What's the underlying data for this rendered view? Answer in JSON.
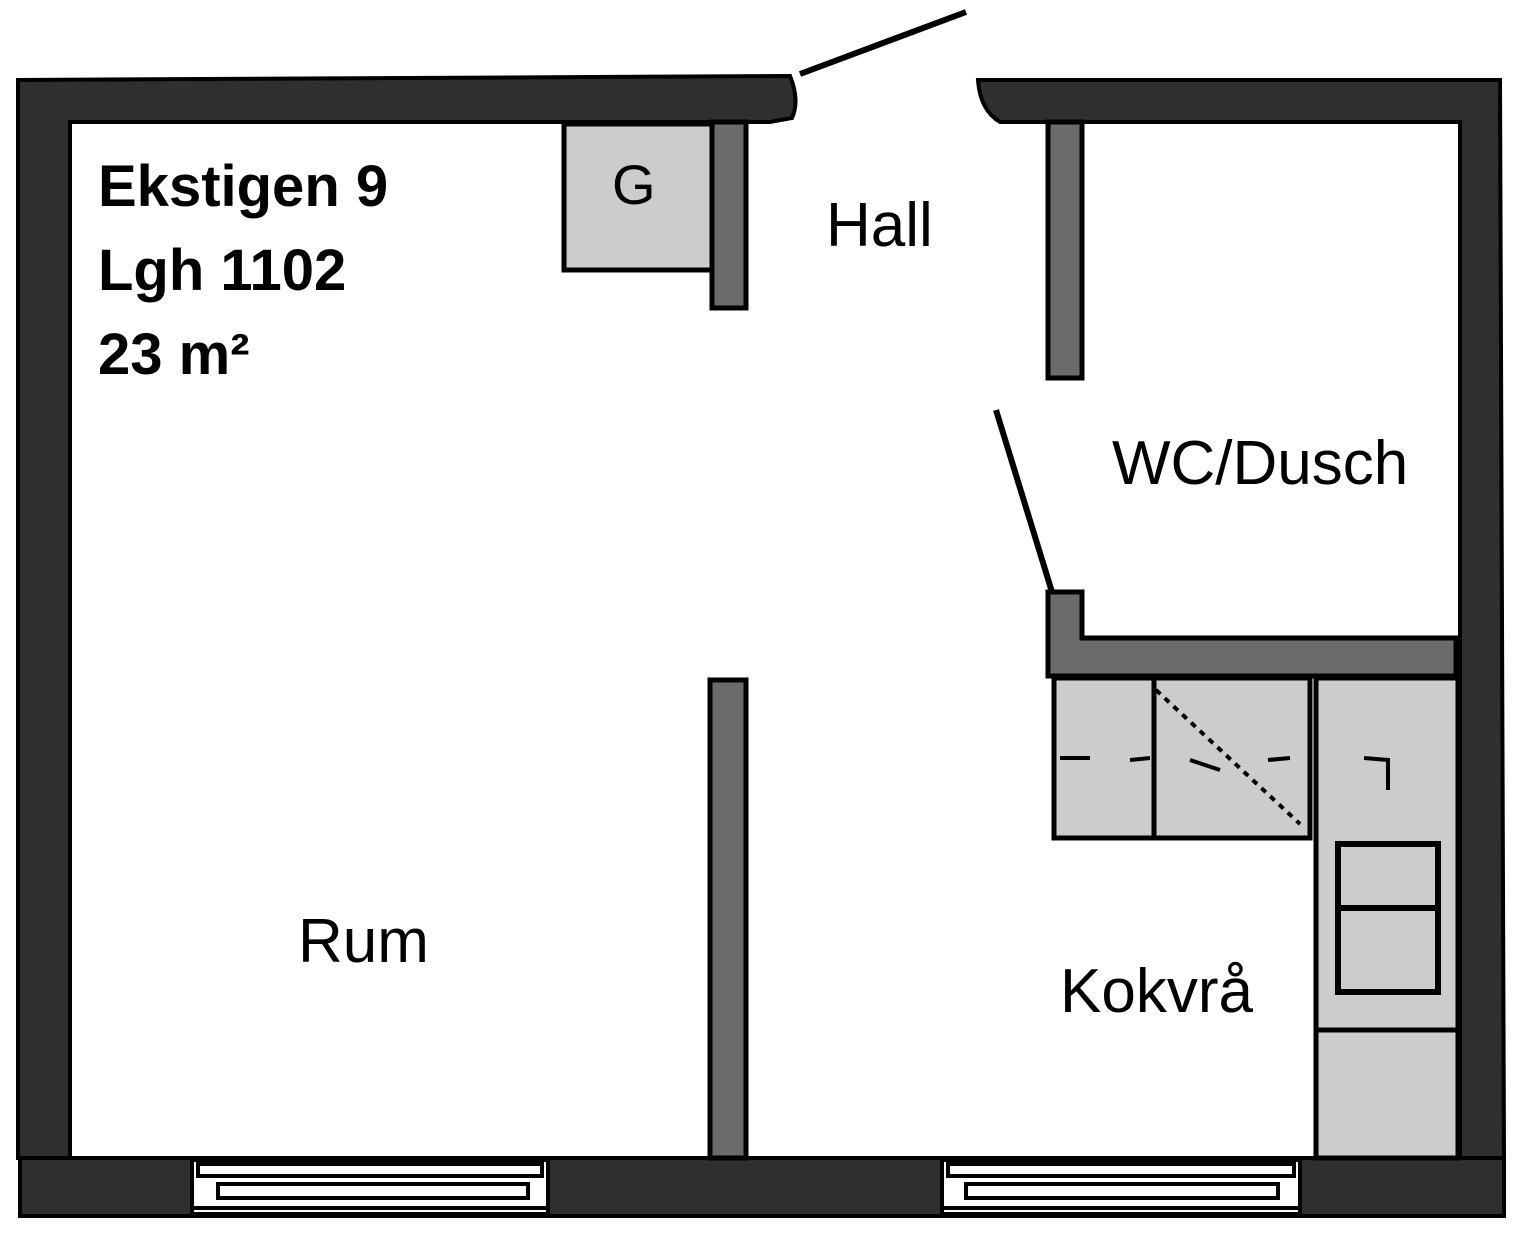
{
  "title": {
    "address": "Ekstigen 9",
    "apartment": "Lgh 1102",
    "area": "23 m²"
  },
  "rooms": {
    "hall": "Hall",
    "bathroom": "WC/Dusch",
    "living": "Rum",
    "kitchenette": "Kokvrå",
    "wardrobe": "G"
  },
  "colors": {
    "wall": "#2f2f2f",
    "inner_wall": "#6b6b6b",
    "fixture": "#cccccc",
    "outline": "#000000",
    "background": "#ffffff"
  }
}
